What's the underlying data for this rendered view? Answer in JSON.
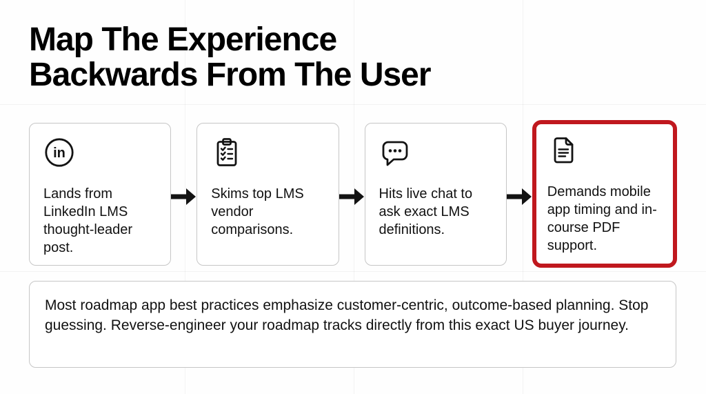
{
  "title": {
    "line1": "Map The Experience",
    "line2": "Backwards From The User"
  },
  "steps": [
    {
      "icon": "linkedin-icon",
      "text": "Lands from LinkedIn LMS thought-leader post.",
      "highlighted": false
    },
    {
      "icon": "clipboard-checklist-icon",
      "text": "Skims top LMS vendor comparisons.",
      "highlighted": false
    },
    {
      "icon": "chat-bubble-icon",
      "text": "Hits live chat to ask exact LMS definitions.",
      "highlighted": false
    },
    {
      "icon": "document-icon",
      "text": "Demands mobile app timing and in-course PDF support.",
      "highlighted": true
    }
  ],
  "note": "Most roadmap app best practices emphasize customer-centric, outcome-based planning. Stop guessing. Reverse-engineer your roadmap tracks directly from this exact US buyer journey.",
  "colors": {
    "highlight-border": "#c0181e",
    "card-border": "#c6c6c6",
    "text": "#111111",
    "arrow": "#131313"
  }
}
